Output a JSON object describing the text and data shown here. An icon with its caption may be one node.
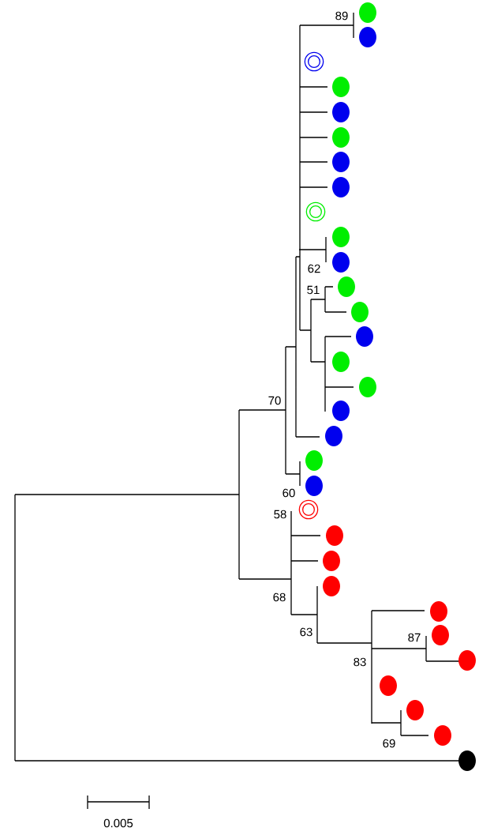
{
  "diagram": {
    "nodes": [
      {
        "text": [],
        "shape": "circle"
      },
      {
        "text": [],
        "shape": "circle"
      },
      {
        "text": [],
        "shape": "ring"
      },
      {
        "text": [],
        "shape": "circle"
      },
      {
        "text": [],
        "shape": "circle"
      },
      {
        "text": [],
        "shape": "circle"
      },
      {
        "text": [],
        "shape": "circle"
      },
      {
        "text": [],
        "shape": "circle"
      },
      {
        "text": [],
        "shape": "ring"
      },
      {
        "text": [],
        "shape": "circle"
      },
      {
        "text": [],
        "shape": "circle"
      },
      {
        "text": [],
        "shape": "circle"
      },
      {
        "text": [],
        "shape": "circle"
      },
      {
        "text": [],
        "shape": "circle"
      },
      {
        "text": [],
        "shape": "circle"
      },
      {
        "text": [],
        "shape": "circle"
      },
      {
        "text": [],
        "shape": "circle"
      },
      {
        "text": [],
        "shape": "circle"
      },
      {
        "text": [],
        "shape": "circle"
      },
      {
        "text": [],
        "shape": "circle"
      },
      {
        "text": [],
        "shape": "ring"
      },
      {
        "text": [],
        "shape": "circle"
      },
      {
        "text": [],
        "shape": "circle"
      },
      {
        "text": [],
        "shape": "circle"
      },
      {
        "text": [],
        "shape": "circle"
      },
      {
        "text": [],
        "shape": "circle"
      },
      {
        "text": [],
        "shape": "circle"
      },
      {
        "text": [],
        "shape": "circle"
      },
      {
        "text": [],
        "shape": "circle"
      },
      {
        "text": [],
        "shape": "circle"
      },
      {
        "text": [],
        "shape": "circle"
      }
    ],
    "labels": [
      "89",
      "62",
      "51",
      "70",
      "60",
      "58",
      "68",
      "63",
      "87",
      "83",
      "69",
      "0.005"
    ]
  }
}
